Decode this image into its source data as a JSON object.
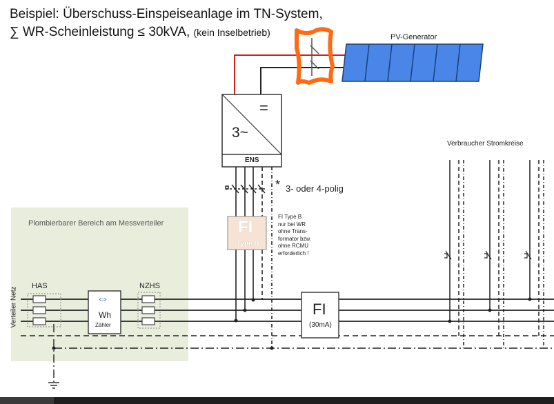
{
  "title": {
    "line1": "Beispiel: Überschuss-Einspeiseanlage im TN-System,",
    "line2_main": "∑ WR-Scheinleistung ≤ 30kVA,",
    "line2_note": "(kein Inselbetrieb)"
  },
  "pv_generator": {
    "label": "PV-Generator"
  },
  "inverter": {
    "dc_symbol": "=",
    "ac_symbol": "3~",
    "ens_label": "ENS"
  },
  "switch_note": {
    "star": "*",
    "text": "3- oder 4-polig"
  },
  "fi_type_b": {
    "big": "FI",
    "small": "Type B",
    "note": [
      "FI Type B",
      "nur bei WR",
      "ohne Trans-",
      "formator bzw.",
      "ohne RCMU",
      "erforderlich !"
    ]
  },
  "fi_main": {
    "big": "FI",
    "small": "(30mA)"
  },
  "consumers": {
    "label": "Verbraucher Stromkreise"
  },
  "sealed_area": {
    "label": "Plombierbarer Bereich am Messverteiler"
  },
  "has": {
    "label": "HAS"
  },
  "nzhs": {
    "label": "NZHS"
  },
  "meter": {
    "symbol": "⇔",
    "unit": "Wh",
    "label": "Zähler"
  },
  "grid": {
    "label": "Verteiler Netz"
  },
  "colors": {
    "dc_plus": "#cc2222",
    "highlight": "#ff6a13",
    "panel": "#4a86e8",
    "sealed_bg": "#e9eddc"
  }
}
